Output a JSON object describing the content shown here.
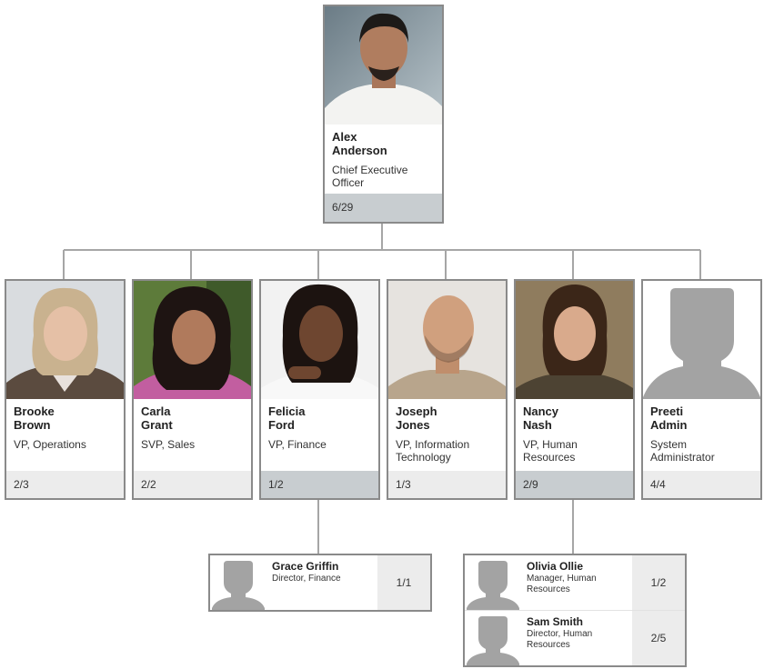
{
  "ceo": {
    "first": "Alex",
    "last": "Anderson",
    "title": "Chief Executive Officer",
    "count": "6/29"
  },
  "reports": [
    {
      "first": "Brooke",
      "last": "Brown",
      "title": "VP, Operations",
      "count": "2/3"
    },
    {
      "first": "Carla",
      "last": "Grant",
      "title": "SVP, Sales",
      "count": "2/2"
    },
    {
      "first": "Felicia",
      "last": "Ford",
      "title": "VP, Finance",
      "count": "1/2"
    },
    {
      "first": "Joseph",
      "last": "Jones",
      "title": "VP, Information Technology",
      "count": "1/3"
    },
    {
      "first": "Nancy",
      "last": "Nash",
      "title": "VP, Human Resources",
      "count": "2/9"
    },
    {
      "first": "Preeti",
      "last": "Admin",
      "title": "System Administrator",
      "count": "4/4"
    }
  ],
  "finance_team": [
    {
      "name": "Grace Griffin",
      "title": "Director, Finance",
      "count": "1/1"
    }
  ],
  "hr_team": [
    {
      "name": "Olivia Ollie",
      "title": "Manager, Human Resources",
      "count": "1/2"
    },
    {
      "name": "Sam Smith",
      "title": "Director, Human Resources",
      "count": "2/5"
    }
  ],
  "colors": {
    "connector": "#a6a6a6",
    "card_border": "#8a8a8a",
    "count_bar": "#ececec",
    "count_bar_active": "#c8cdd0",
    "avatar_silhouette": "#a3a3a3"
  },
  "icons": [
    "person-photo",
    "person-silhouette-icon"
  ]
}
